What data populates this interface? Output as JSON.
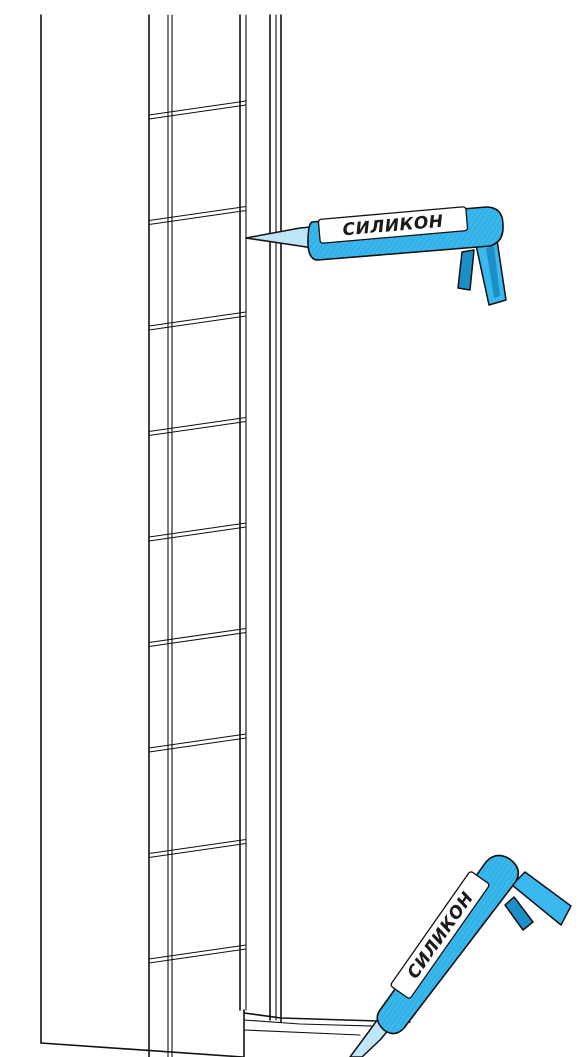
{
  "colors": {
    "background": "#ffffff",
    "line": "#111111",
    "gun_body": "#39b8ee",
    "gun_body_dark": "#1d8fc8",
    "gun_nozzle": "#bfe6f8",
    "label_bg": "#ffffff"
  },
  "guns": [
    {
      "label": "СИЛИКОН"
    },
    {
      "label": "СИЛИКОН"
    }
  ],
  "tile_column": {
    "tile_rows": 9
  }
}
